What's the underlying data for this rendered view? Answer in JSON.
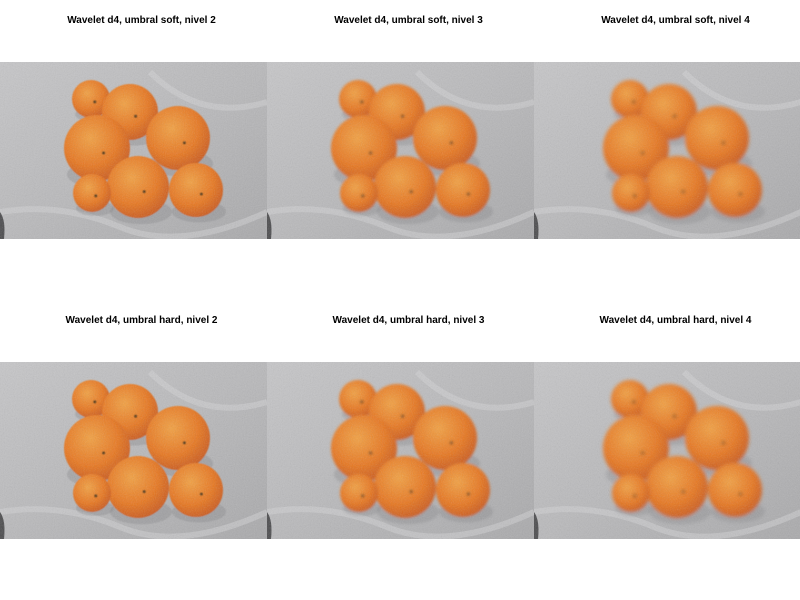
{
  "panels": [
    {
      "title": "Wavelet d4, umbral soft, nivel 2",
      "image": "oranges-photo"
    },
    {
      "title": "Wavelet d4, umbral soft, nivel 3",
      "image": "oranges-photo"
    },
    {
      "title": "Wavelet d4, umbral soft, nivel 4",
      "image": "oranges-photo"
    },
    {
      "title": "Wavelet d4, umbral hard, nivel 2",
      "image": "oranges-photo"
    },
    {
      "title": "Wavelet d4, umbral hard, nivel 3",
      "image": "oranges-photo"
    },
    {
      "title": "Wavelet d4, umbral hard, nivel 4",
      "image": "oranges-photo"
    }
  ],
  "colors": {
    "background_cloth": "#b9b9bb",
    "orange_main": "#e8761f",
    "orange_light": "#f3a040",
    "orange_dark": "#c8561a"
  }
}
